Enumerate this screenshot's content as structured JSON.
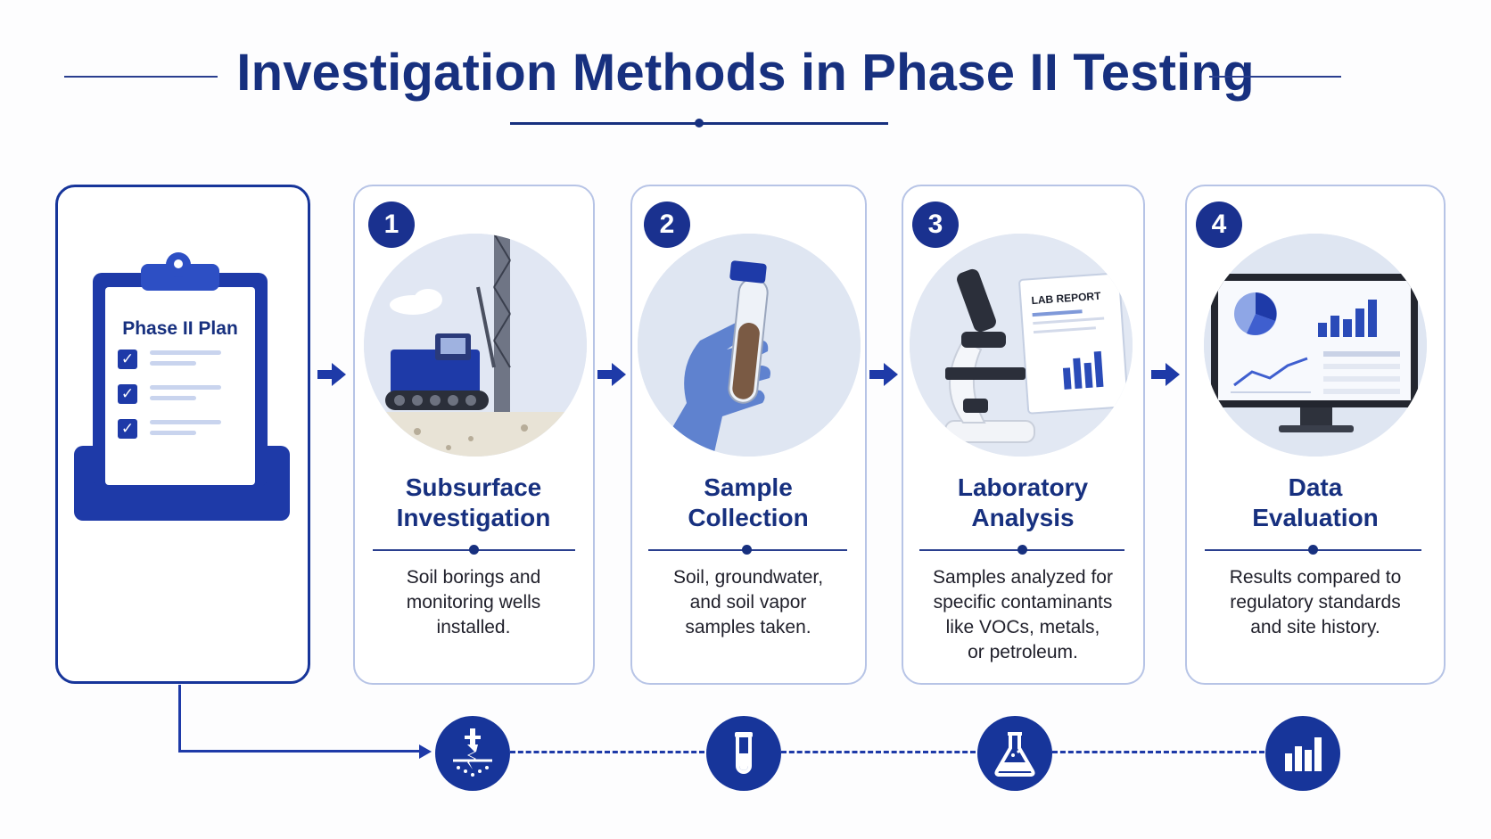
{
  "title": "Investigation Methods in Phase II Testing",
  "plan": {
    "title": "Phase II Plan",
    "checks": [
      "check-1",
      "check-2",
      "check-3"
    ]
  },
  "steps": [
    {
      "number": "1",
      "title_line1": "Subsurface",
      "title_line2": "Investigation",
      "desc_line1": "Soil borings and",
      "desc_line2": "monitoring wells",
      "desc_line3": "installed.",
      "desc_line4": "",
      "icon": "drill-icon"
    },
    {
      "number": "2",
      "title_line1": "Sample",
      "title_line2": "Collection",
      "desc_line1": "Soil, groundwater,",
      "desc_line2": "and soil vapor",
      "desc_line3": "samples taken.",
      "desc_line4": "",
      "icon": "test-tube-icon"
    },
    {
      "number": "3",
      "title_line1": "Laboratory",
      "title_line2": "Analysis",
      "desc_line1": "Samples analyzed for",
      "desc_line2": "specific contaminants",
      "desc_line3": "like VOCs, metals,",
      "desc_line4": "or petroleum.",
      "icon": "flask-icon",
      "report_label": "LAB REPORT"
    },
    {
      "number": "4",
      "title_line1": "Data",
      "title_line2": "Evaluation",
      "desc_line1": "Results compared to",
      "desc_line2": "regulatory standards",
      "desc_line3": "and site history.",
      "desc_line4": "",
      "icon": "bar-chart-icon"
    }
  ],
  "colors": {
    "primary": "#17307f",
    "accent": "#1e3aa8",
    "card_border": "#b7c4e6"
  }
}
